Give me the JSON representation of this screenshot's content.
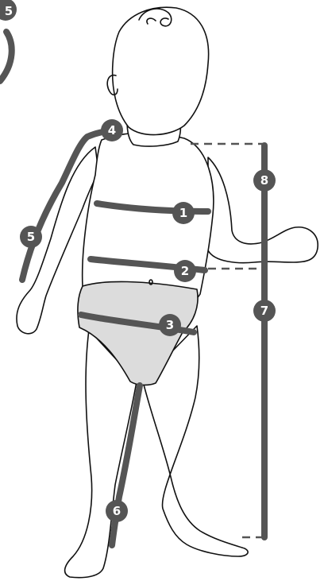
{
  "colors": {
    "measure_line": "#555555",
    "badge": "#555555",
    "badge_text": "#ffffff",
    "diaper": "#dcdcdc"
  },
  "badges": [
    "1",
    "2",
    "3",
    "4",
    "5",
    "6",
    "7",
    "8"
  ],
  "corner_badge": "5"
}
